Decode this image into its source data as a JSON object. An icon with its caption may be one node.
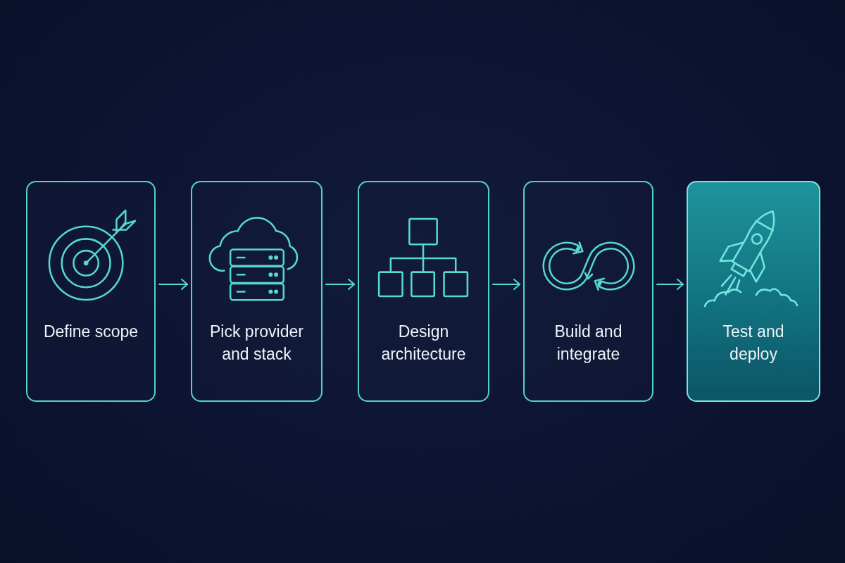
{
  "diagram": {
    "nodes": [
      {
        "text": [
          "Define scope"
        ]
      },
      {
        "text": [
          "Pick provider and stack"
        ]
      },
      {
        "text": [
          "Design architecture"
        ]
      },
      {
        "text": [
          "Build and integrate"
        ]
      },
      {
        "text": [
          "Test and deploy"
        ]
      }
    ],
    "edges": [
      {
        "from": 0,
        "to": 1,
        "arrow": "to"
      },
      {
        "from": 1,
        "to": 2,
        "arrow": "to"
      },
      {
        "from": 2,
        "to": 3,
        "arrow": "to"
      },
      {
        "from": 3,
        "to": 4,
        "arrow": "to"
      }
    ]
  }
}
